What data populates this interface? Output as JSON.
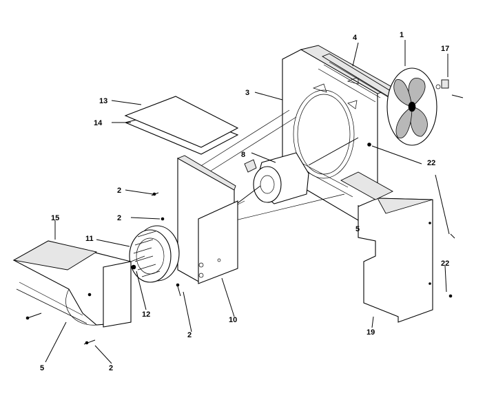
{
  "callouts": {
    "c1": "1",
    "c2a": "2",
    "c2b": "2",
    "c2c": "2",
    "c2d": "2",
    "c3": "3",
    "c4": "4",
    "c5a": "5",
    "c5b": "5",
    "c8": "8",
    "c10": "10",
    "c11": "11",
    "c12": "12",
    "c13": "13",
    "c14": "14",
    "c15": "15",
    "c17": "17",
    "c19": "19",
    "c22a": "22",
    "c22b": "22"
  }
}
